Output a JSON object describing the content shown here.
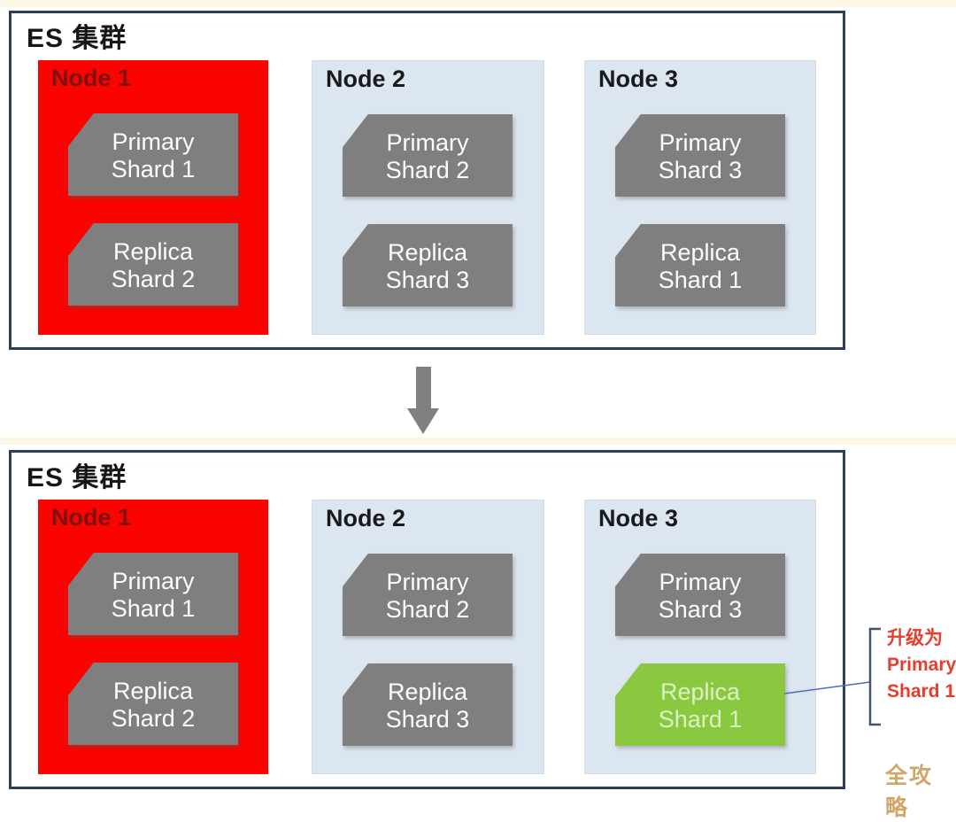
{
  "clusters": [
    {
      "title": "ES 集群",
      "nodes": [
        {
          "label": "Node 1",
          "state": "failed",
          "shards": [
            {
              "lines": [
                "Primary",
                "Shard 1"
              ],
              "state": "normal"
            },
            {
              "lines": [
                "Replica",
                "Shard 2"
              ],
              "state": "normal"
            }
          ]
        },
        {
          "label": "Node 2",
          "state": "normal",
          "shards": [
            {
              "lines": [
                "Primary",
                "Shard 2"
              ],
              "state": "normal"
            },
            {
              "lines": [
                "Replica",
                "Shard 3"
              ],
              "state": "normal"
            }
          ]
        },
        {
          "label": "Node 3",
          "state": "normal",
          "shards": [
            {
              "lines": [
                "Primary",
                "Shard 3"
              ],
              "state": "normal"
            },
            {
              "lines": [
                "Replica",
                "Shard 1"
              ],
              "state": "normal"
            }
          ]
        }
      ]
    },
    {
      "title": "ES 集群",
      "nodes": [
        {
          "label": "Node 1",
          "state": "failed",
          "shards": [
            {
              "lines": [
                "Primary",
                "Shard 1"
              ],
              "state": "normal"
            },
            {
              "lines": [
                "Replica",
                "Shard 2"
              ],
              "state": "normal"
            }
          ]
        },
        {
          "label": "Node 2",
          "state": "normal",
          "shards": [
            {
              "lines": [
                "Primary",
                "Shard 2"
              ],
              "state": "normal"
            },
            {
              "lines": [
                "Replica",
                "Shard 3"
              ],
              "state": "normal"
            }
          ]
        },
        {
          "label": "Node 3",
          "state": "normal",
          "shards": [
            {
              "lines": [
                "Primary",
                "Shard 3"
              ],
              "state": "normal"
            },
            {
              "lines": [
                "Replica",
                "Shard 1"
              ],
              "state": "promoted"
            }
          ]
        }
      ]
    }
  ],
  "annotation": {
    "lines": [
      "升级为",
      "Primary",
      "Shard 1"
    ]
  },
  "watermark": "全攻略",
  "colors": {
    "failed_node_red": "#FA0301",
    "failed_node_label_red": "#7E1113",
    "normal_node_blue": "#DCE6F1",
    "shard_gray": "#7F7F7F",
    "promoted_shard_green": "#8AC83F",
    "cluster_border_navy": "#2B3F55",
    "annotation_red": "#E53E2E",
    "connector_blue": "#4A6FB5",
    "bracket_gray": "#44546A",
    "arrow_gray": "#808080",
    "watermark_gold": "#D0A668"
  }
}
